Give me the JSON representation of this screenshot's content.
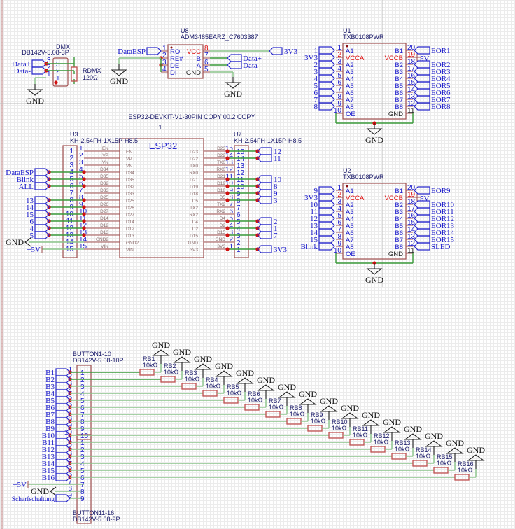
{
  "dmx": {
    "name": "DMX",
    "part": "DB142V-5.08-3P",
    "pins": [
      "3",
      "2",
      "1"
    ],
    "nets": [
      "Data+",
      "Data-"
    ],
    "gnd": "GND",
    "resistor": {
      "ref": "RDMX",
      "value": "120Ω"
    }
  },
  "u8": {
    "ref": "U8",
    "part": "ADM3485EARZ_C7603387",
    "left_pins": [
      {
        "num": "1",
        "name": "RO"
      },
      {
        "num": "2",
        "name": "RE#"
      },
      {
        "num": "3",
        "name": "DE"
      },
      {
        "num": "4",
        "name": "DI"
      }
    ],
    "right_pins": [
      {
        "num": "8",
        "name": "VCC"
      },
      {
        "num": "7",
        "name": "B"
      },
      {
        "num": "6",
        "name": "A"
      },
      {
        "num": "5",
        "name": "GND"
      }
    ],
    "nets": {
      "ro": "DataESP",
      "vcc": "3V3",
      "b": "Data+",
      "a": "Data-",
      "gnd": "GND"
    }
  },
  "u1": {
    "ref": "U1",
    "part": "TXB0108PWR",
    "left_pins": [
      {
        "num": "1",
        "name": "A1",
        "net": "1"
      },
      {
        "num": "2",
        "name": "VCCA",
        "net": "3V3",
        "power": true
      },
      {
        "num": "3",
        "name": "A2",
        "net": "2"
      },
      {
        "num": "4",
        "name": "A3",
        "net": "3"
      },
      {
        "num": "5",
        "name": "A4",
        "net": "4"
      },
      {
        "num": "6",
        "name": "A5",
        "net": "5"
      },
      {
        "num": "7",
        "name": "A6",
        "net": "6"
      },
      {
        "num": "8",
        "name": "A7",
        "net": "7"
      },
      {
        "num": "9",
        "name": "A8",
        "net": "8"
      },
      {
        "num": "10",
        "name": "OE",
        "net": ""
      }
    ],
    "right_pins": [
      {
        "num": "20",
        "name": "B1",
        "net": "EOR1"
      },
      {
        "num": "19",
        "name": "VCCB",
        "net": "5V",
        "power": true
      },
      {
        "num": "18",
        "name": "B2",
        "net": "EOR2"
      },
      {
        "num": "17",
        "name": "B3",
        "net": "EOR3"
      },
      {
        "num": "16",
        "name": "B4",
        "net": "EOR4"
      },
      {
        "num": "15",
        "name": "B5",
        "net": "EOR5"
      },
      {
        "num": "14",
        "name": "B6",
        "net": "EOR6"
      },
      {
        "num": "13",
        "name": "B7",
        "net": "EOR7"
      },
      {
        "num": "12",
        "name": "B8",
        "net": "EOR8"
      },
      {
        "num": "11",
        "name": "GND",
        "net": ""
      }
    ],
    "gnd": "GND"
  },
  "u2": {
    "ref": "U2",
    "part": "TXB0108PWR",
    "left_pins": [
      {
        "num": "1",
        "name": "A1",
        "net": "9"
      },
      {
        "num": "2",
        "name": "VCCA",
        "net": "3V3",
        "power": true
      },
      {
        "num": "3",
        "name": "A2",
        "net": "10"
      },
      {
        "num": "4",
        "name": "A3",
        "net": "11"
      },
      {
        "num": "5",
        "name": "A4",
        "net": "12"
      },
      {
        "num": "6",
        "name": "A5",
        "net": "13"
      },
      {
        "num": "7",
        "name": "A6",
        "net": "14"
      },
      {
        "num": "8",
        "name": "A7",
        "net": "15"
      },
      {
        "num": "9",
        "name": "A8",
        "net": "Blink"
      },
      {
        "num": "10",
        "name": "OE",
        "net": ""
      }
    ],
    "right_pins": [
      {
        "num": "20",
        "name": "B1",
        "net": "EOR9",
        "highlight": true
      },
      {
        "num": "19",
        "name": "VCCB",
        "net": "5V",
        "power": true
      },
      {
        "num": "18",
        "name": "B2",
        "net": "EOR10"
      },
      {
        "num": "17",
        "name": "B3",
        "net": "EOR11"
      },
      {
        "num": "16",
        "name": "B4",
        "net": "EOR12"
      },
      {
        "num": "15",
        "name": "B5",
        "net": "EOR13"
      },
      {
        "num": "14",
        "name": "B6",
        "net": "EOR14"
      },
      {
        "num": "13",
        "name": "B7",
        "net": "EOR15"
      },
      {
        "num": "12",
        "name": "B8",
        "net": "SLED"
      },
      {
        "num": "11",
        "name": "GND",
        "net": ""
      }
    ],
    "gnd": "GND"
  },
  "esp": {
    "title": "ESP32-DEVKIT-V1-30PIN COPY 00.2 COPY",
    "ref": "1",
    "name": "ESP32",
    "left_pins": [
      "EN",
      "VP",
      "VN",
      "D34",
      "D35",
      "D32",
      "D33",
      "D25",
      "D26",
      "D27",
      "D14",
      "D12",
      "D13",
      "GND2",
      "VIN"
    ],
    "right_pins": [
      "D23",
      "D22",
      "TX0",
      "RX0",
      "D21",
      "D19",
      "D18",
      "D5",
      "TX2",
      "RX2",
      "D4",
      "D2",
      "D15",
      "GND",
      "3V3"
    ]
  },
  "u3": {
    "ref": "U3",
    "part": "KH-2.54FH-1X15P-H8.5",
    "nets": [
      "",
      "",
      "",
      "DataESP",
      "Blink",
      "ALL",
      "",
      "13",
      "14",
      "15",
      "6",
      "4",
      "5",
      "GND",
      "5V"
    ]
  },
  "u7": {
    "ref": "U7",
    "part": "KH-2.54FH-1X15P-H8.5",
    "nets": [
      "12",
      "11",
      "",
      "",
      "10",
      "8",
      "9",
      "3",
      "",
      "",
      "2",
      "1",
      "7",
      "",
      "3V3"
    ]
  },
  "buttons": {
    "conn1": {
      "ref": "BUTTON1-10",
      "part": "DB142V-5.08-10P"
    },
    "conn2": {
      "ref": "BUTTON11-16",
      "part": "DB142V-5.08-9P"
    },
    "nets": [
      "B1",
      "B2",
      "B3",
      "B4",
      "B5",
      "B6",
      "B7",
      "B8",
      "B9",
      "B10",
      "B11",
      "B12",
      "B13",
      "B14",
      "B15",
      "B16"
    ],
    "conn1_pins": [
      "1",
      "2",
      "3",
      "4",
      "5",
      "6",
      "7",
      "8",
      "9",
      "10"
    ],
    "conn2_pins": [
      "1",
      "2",
      "3",
      "4",
      "5",
      "6",
      "7",
      "8",
      "9"
    ],
    "extra_nets": {
      "p5v": "+5V",
      "gnd": "GND",
      "scharf": "Scharfschaltung"
    },
    "resistors": [
      {
        "ref": "RB1",
        "value": "10kΩ"
      },
      {
        "ref": "RB2",
        "value": "10kΩ"
      },
      {
        "ref": "RB3",
        "value": "10kΩ"
      },
      {
        "ref": "RB4",
        "value": "10kΩ"
      },
      {
        "ref": "RB5",
        "value": "10kΩ"
      },
      {
        "ref": "RB6",
        "value": "10kΩ"
      },
      {
        "ref": "RB7",
        "value": "10kΩ"
      },
      {
        "ref": "RB8",
        "value": "10kΩ"
      },
      {
        "ref": "RB9",
        "value": "10kΩ"
      },
      {
        "ref": "RB10",
        "value": "10kΩ"
      },
      {
        "ref": "RB11",
        "value": "10kΩ"
      },
      {
        "ref": "RB12",
        "value": "10kΩ"
      },
      {
        "ref": "RB13",
        "value": "10kΩ"
      },
      {
        "ref": "RB14",
        "value": "10kΩ"
      },
      {
        "ref": "RB15",
        "value": "10kΩ"
      },
      {
        "ref": "RB16",
        "value": "10kΩ"
      }
    ],
    "gnd": "GND"
  }
}
